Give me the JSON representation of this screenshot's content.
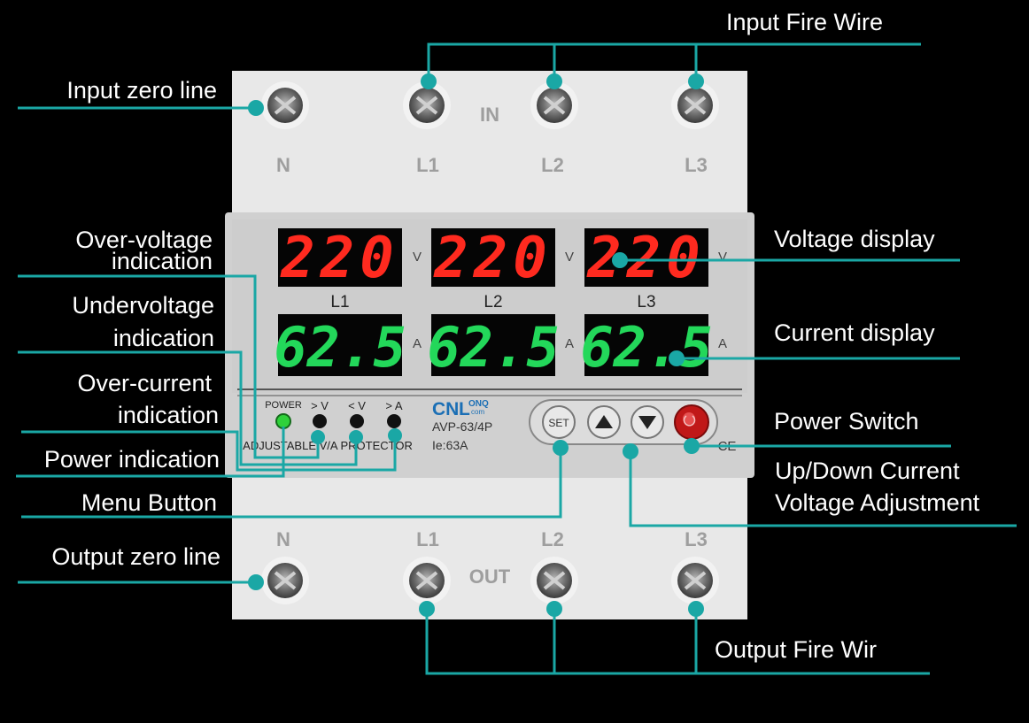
{
  "device": {
    "in_label": "IN",
    "out_label": "OUT",
    "terminals_top": [
      "N",
      "L1",
      "L2",
      "L3"
    ],
    "terminals_bottom": [
      "N",
      "L1",
      "L2",
      "L3"
    ],
    "phase_labels": [
      "L1",
      "L2",
      "L3"
    ],
    "voltage_readings": [
      "220",
      "220",
      "220"
    ],
    "current_readings": [
      "62.5",
      "62.5",
      "62.5"
    ],
    "voltage_unit": "V",
    "current_unit": "A",
    "indicator_labels": [
      "POWER",
      "> V",
      "< V",
      "> A"
    ],
    "strip_text": "ADJUSTABLE V/A PROTECTOR",
    "brand_cn": "CN",
    "brand_l": "L",
    "brand_onq": "ONQ",
    "brand_com": "com",
    "model": "AVP-63/4P",
    "rating": "Ie:63A",
    "set_label": "SET",
    "ce_mark": "CE",
    "colors": {
      "teal": "#1aa7a5",
      "red_digit": "#ff2a1f",
      "green_digit": "#23d85a",
      "body": "#e4e4e4",
      "panel": "#cfcfcf"
    }
  },
  "callouts": {
    "input_fire_wire": "Input Fire Wire",
    "input_zero_line": "Input zero line",
    "over_voltage_1": "Over-voltage",
    "over_voltage_2": "indication",
    "undervoltage_1": "Undervoltage",
    "undervoltage_2": "indication",
    "over_current_1": "Over-current",
    "over_current_2": "indication",
    "power_indication": "Power indication",
    "menu_button": "Menu Button",
    "output_zero_line": "Output zero line",
    "voltage_display": "Voltage display",
    "current_display": "Current display",
    "power_switch": "Power Switch",
    "updown_1": "Up/Down Current",
    "updown_2": "Voltage Adjustment",
    "output_fire_wire": "Output Fire Wir"
  }
}
